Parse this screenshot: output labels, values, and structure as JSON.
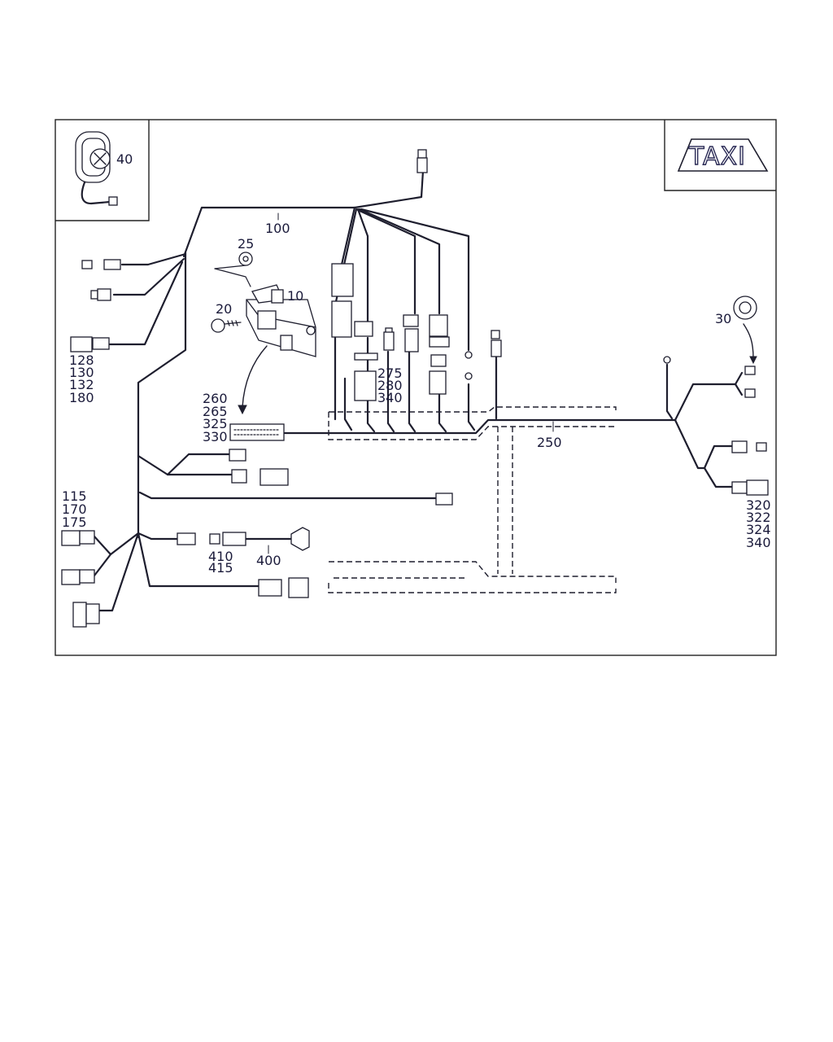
{
  "callouts": {
    "c10": "10",
    "c20": "20",
    "c25": "25",
    "c30": "30",
    "c40": "40",
    "c100": "100",
    "c250": "250",
    "c400": "400",
    "g_left_top": [
      "128",
      "130",
      "132",
      "180"
    ],
    "g_ecu": [
      "260",
      "265",
      "325",
      "330"
    ],
    "g_mid": [
      "275",
      "280",
      "340"
    ],
    "g_left_bottom": [
      "115",
      "170",
      "175"
    ],
    "g_410": [
      "410",
      "415"
    ],
    "g_right": [
      "320",
      "322",
      "324",
      "340"
    ]
  },
  "taxi_sign": {
    "text": "TAXI"
  },
  "colors": {
    "line": "#1e1e2e",
    "label": "#1a1a3a",
    "taxi_outline": "#2a2a55"
  }
}
